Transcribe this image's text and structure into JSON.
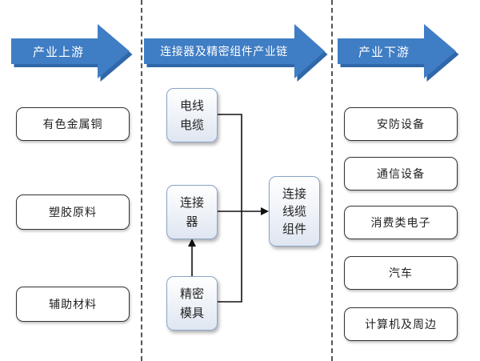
{
  "sections": {
    "upstream": "产业上游",
    "midstream": "连接器及精密组件产业链",
    "downstream": "产业下游"
  },
  "upstream_items": [
    "有色金属铜",
    "塑胶原料",
    "辅助材料"
  ],
  "midstream_nodes": {
    "wire_cable": "电线电缆",
    "connector": "连接器",
    "precision_mold": "精密模具",
    "cable_assembly": "连接线缆组件"
  },
  "downstream_items": [
    "安防设备",
    "通信设备",
    "消费类电子",
    "汽车",
    "计算机及周边"
  ],
  "colors": {
    "arrow_blue": "#3f7dc4",
    "arrow_blue_dark": "#2f67aa",
    "node_border": "#8aa4c8",
    "divider": "#555555"
  }
}
